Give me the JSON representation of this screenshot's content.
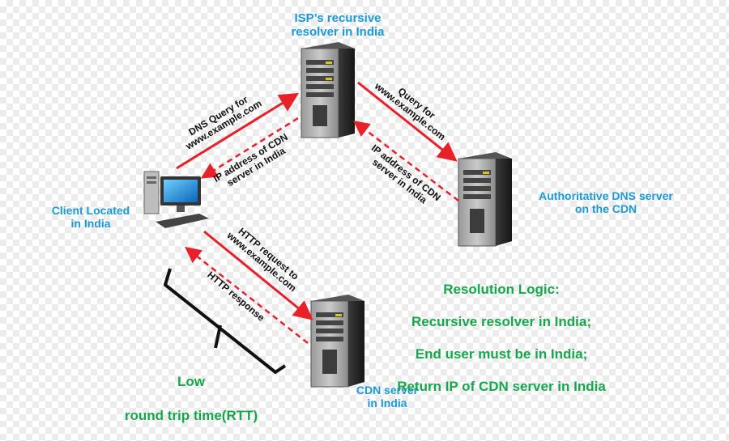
{
  "labels": {
    "isp_resolver": "ISP’s recursive\nresolver in India",
    "authoritative": "Authoritative DNS server\non the CDN",
    "client": "Client Located\nin India",
    "cdn_server": "CDN server\nin India"
  },
  "arrows": {
    "dns_query": "DNS Query for\nwww.example.com",
    "ip_cdn_left": "IP address of CDN\nserver in India",
    "query_for": "Query for\nwww.example.com",
    "ip_cdn_right": "IP address of CDN\nserver in India",
    "http_request": "HTTP request to\nwww.example.com",
    "http_response": "HTTP response"
  },
  "resolution_logic": {
    "title": "Resolution Logic:",
    "line1": "Recursive resolver in India;",
    "line2": "End user must be in India;",
    "line3": "Return IP of CDN server in India"
  },
  "rtt": {
    "line1": "Low",
    "line2": "round trip time(RTT)"
  },
  "colors": {
    "arrow_red": "#e8202a",
    "label_blue": "#1a9ad6",
    "label_green": "#14a84a"
  }
}
